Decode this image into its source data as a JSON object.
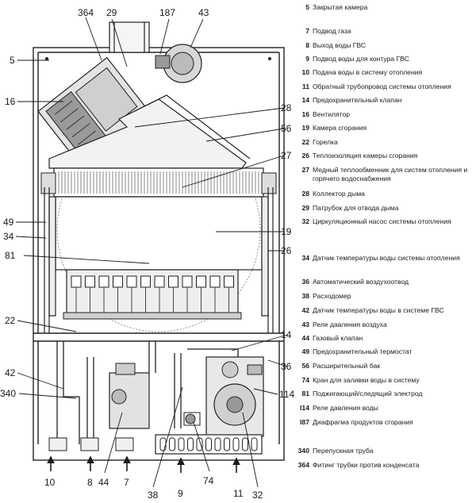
{
  "callouts": {
    "c364": "364",
    "c29": "29",
    "c187": "187",
    "c43": "43",
    "c5": "5",
    "c16": "16",
    "c28": "28",
    "c56": "56",
    "c27": "27",
    "c49": "49",
    "c34": "34",
    "c19": "19",
    "c81": "81",
    "c26": "26",
    "c22": "22",
    "c14": "14",
    "c36": "36",
    "c42": "42",
    "c340": "340",
    "c114": "114",
    "b10": "10",
    "b8": "8",
    "b44": "44",
    "b7": "7",
    "b38": "38",
    "b9": "9",
    "b74": "74",
    "b11": "11",
    "b32": "32"
  },
  "legend": [
    {
      "num": "5",
      "text": "Закрытая камера"
    },
    {
      "num": "7",
      "text": "Подвод газа"
    },
    {
      "num": "8",
      "text": "Выход воды ГВС"
    },
    {
      "num": "9",
      "text": "Подвод воды для контура ГВС"
    },
    {
      "num": "10",
      "text": "Подача воды в систему отопления"
    },
    {
      "num": "11",
      "text": "Обратный трубопровод системы отопления"
    },
    {
      "num": "14",
      "text": "Предохранительный клапан"
    },
    {
      "num": "16",
      "text": "Вентилятор"
    },
    {
      "num": "19",
      "text": "Камера сгорания"
    },
    {
      "num": "22",
      "text": "Горелка"
    },
    {
      "num": "26",
      "text": "Теплоизоляция камеры сгорания"
    },
    {
      "num": "27",
      "text": "Медный теплообменник для систем отопления и горячего водоснабжения"
    },
    {
      "num": "28",
      "text": "Коллектор дыма"
    },
    {
      "num": "29",
      "text": "Патрубок для отвода дыма"
    },
    {
      "num": "32",
      "text": "Циркуляционный насос системы отопления"
    },
    {
      "num": "34",
      "text": "Датчик температуры воды системы отопления"
    },
    {
      "num": "36",
      "text": "Автоматический воздухоотвод"
    },
    {
      "num": "38",
      "text": "Расходомер"
    },
    {
      "num": "42",
      "text": "Датчик температуры воды в системе ГВС"
    },
    {
      "num": "43",
      "text": "Реле давления воздуха"
    },
    {
      "num": "44",
      "text": "Газовый клапан"
    },
    {
      "num": "49",
      "text": "Предохранительный термостат"
    },
    {
      "num": "56",
      "text": "Расширительный бак"
    },
    {
      "num": "74",
      "text": "Кран для заливки воды в систему"
    },
    {
      "num": "81",
      "text": "Поджигающий/следящий электрод"
    },
    {
      "num": "I14",
      "text": "Реле давления воды"
    },
    {
      "num": "I87",
      "text": "Диафрагма продуктов сгорания"
    },
    {
      "num": "340",
      "text": "Перепускная труба"
    },
    {
      "num": "364",
      "text": "Фитинг трубки против конденсата"
    }
  ]
}
